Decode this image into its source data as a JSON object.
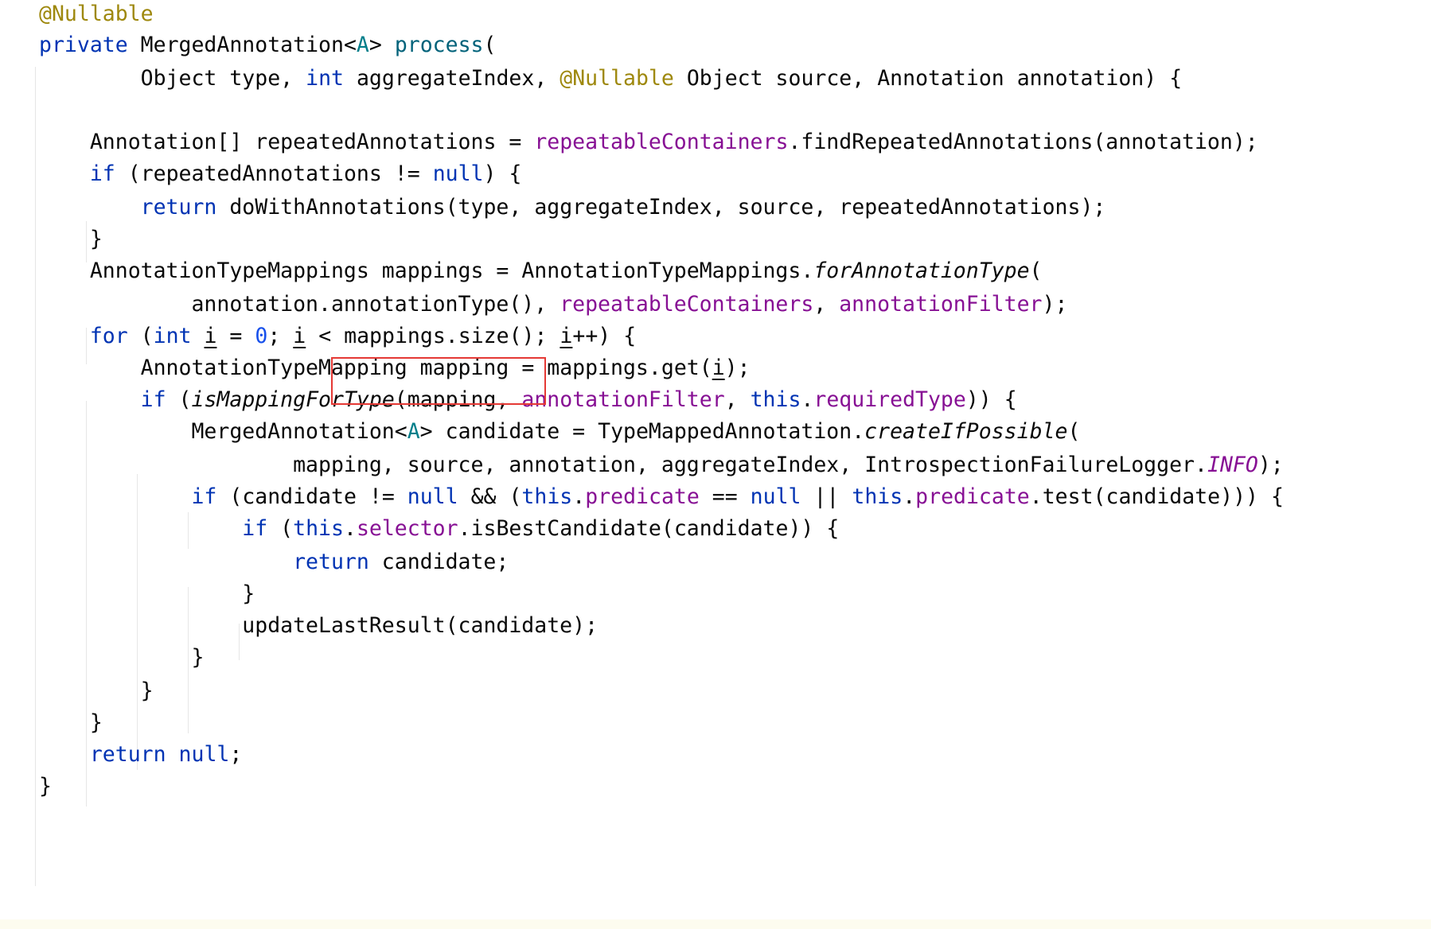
{
  "code_lines": [
    "@Nullable",
    "private MergedAnnotation<A> process(",
    "        Object type, int aggregateIndex, @Nullable Object source, Annotation annotation) {",
    "",
    "    Annotation[] repeatedAnnotations = repeatableContainers.findRepeatedAnnotations(annotation);",
    "    if (repeatedAnnotations != null) {",
    "        return doWithAnnotations(type, aggregateIndex, source, repeatedAnnotations);",
    "    }",
    "    AnnotationTypeMappings mappings = AnnotationTypeMappings.forAnnotationType(",
    "            annotation.annotationType(), repeatableContainers, annotationFilter);",
    "    for (int i = 0; i < mappings.size(); i++) {",
    "        AnnotationTypeMapping mapping = mappings.get(i);",
    "        if (isMappingForType(mapping, annotationFilter, this.requiredType)) {",
    "            MergedAnnotation<A> candidate = TypeMappedAnnotation.createIfPossible(",
    "                    mapping, source, annotation, aggregateIndex, IntrospectionFailureLogger.INFO);",
    "            if (candidate != null && (this.predicate == null || this.predicate.test(candidate))) {",
    "                if (this.selector.isBestCandidate(candidate)) {",
    "                    return candidate;",
    "                }",
    "                updateLastResult(candidate);",
    "            }",
    "        }",
    "    }",
    "    return null;",
    "}"
  ],
  "highlighted_expression": "mappings.size();",
  "colors": {
    "keyword": "#0033b3",
    "annotation": "#9e880d",
    "field": "#871094",
    "number": "#1750eb",
    "type_param": "#007e8a",
    "method_decl": "#00627a",
    "plain": "#080808",
    "highlight_box": "#e53935"
  }
}
